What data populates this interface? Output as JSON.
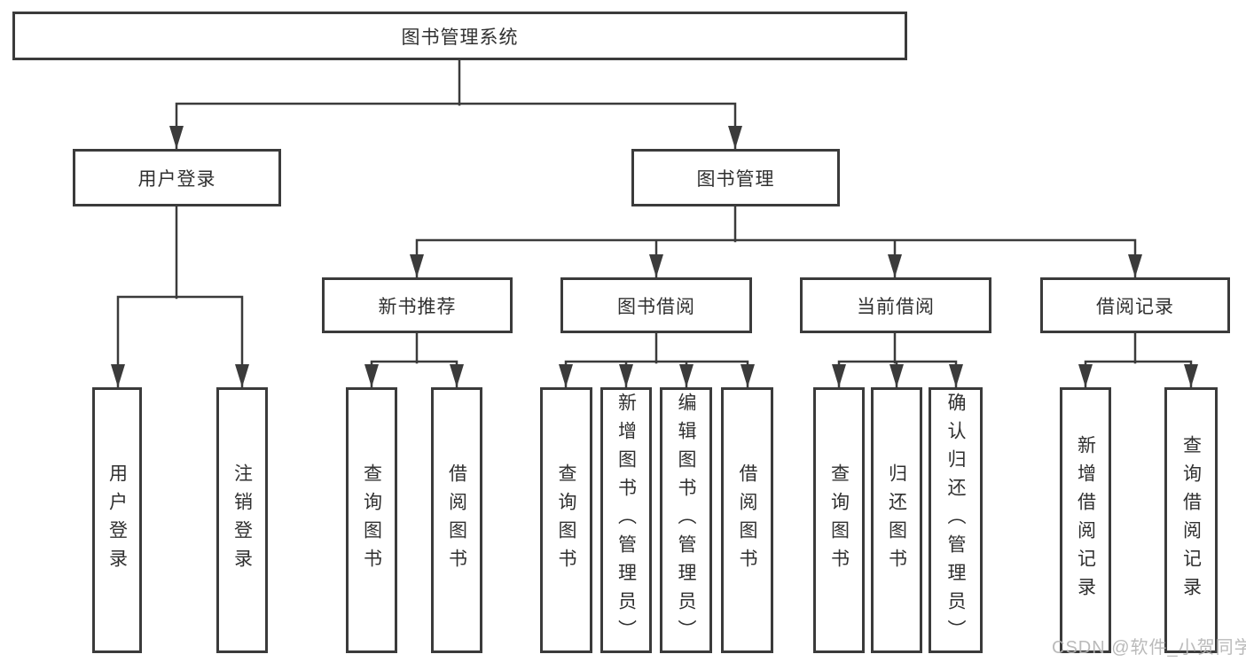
{
  "tree": {
    "root": {
      "label": "图书管理系统"
    },
    "children": [
      {
        "label": "用户登录",
        "children": [
          {
            "label": "用户登录"
          },
          {
            "label": "注销登录"
          }
        ]
      },
      {
        "label": "图书管理",
        "children": [
          {
            "label": "新书推荐",
            "children": [
              {
                "label": "查询图书"
              },
              {
                "label": "借阅图书"
              }
            ]
          },
          {
            "label": "图书借阅",
            "children": [
              {
                "label": "查询图书"
              },
              {
                "label": "新增图书（管理员）"
              },
              {
                "label": "编辑图书（管理员）"
              },
              {
                "label": "借阅图书"
              }
            ]
          },
          {
            "label": "当前借阅",
            "children": [
              {
                "label": "查询图书"
              },
              {
                "label": "归还图书"
              },
              {
                "label": "确认归还（管理员）"
              }
            ]
          },
          {
            "label": "借阅记录",
            "children": [
              {
                "label": "新增借阅记录"
              },
              {
                "label": "查询借阅记录"
              }
            ]
          }
        ]
      }
    ]
  },
  "watermark": {
    "text": "CSDN @软件_小贺同学"
  },
  "colors": {
    "line": "#3b3b3b",
    "border": "#3b3b3b",
    "text": "#303030",
    "background": "#ffffff",
    "watermark": "#b5b5b5"
  }
}
